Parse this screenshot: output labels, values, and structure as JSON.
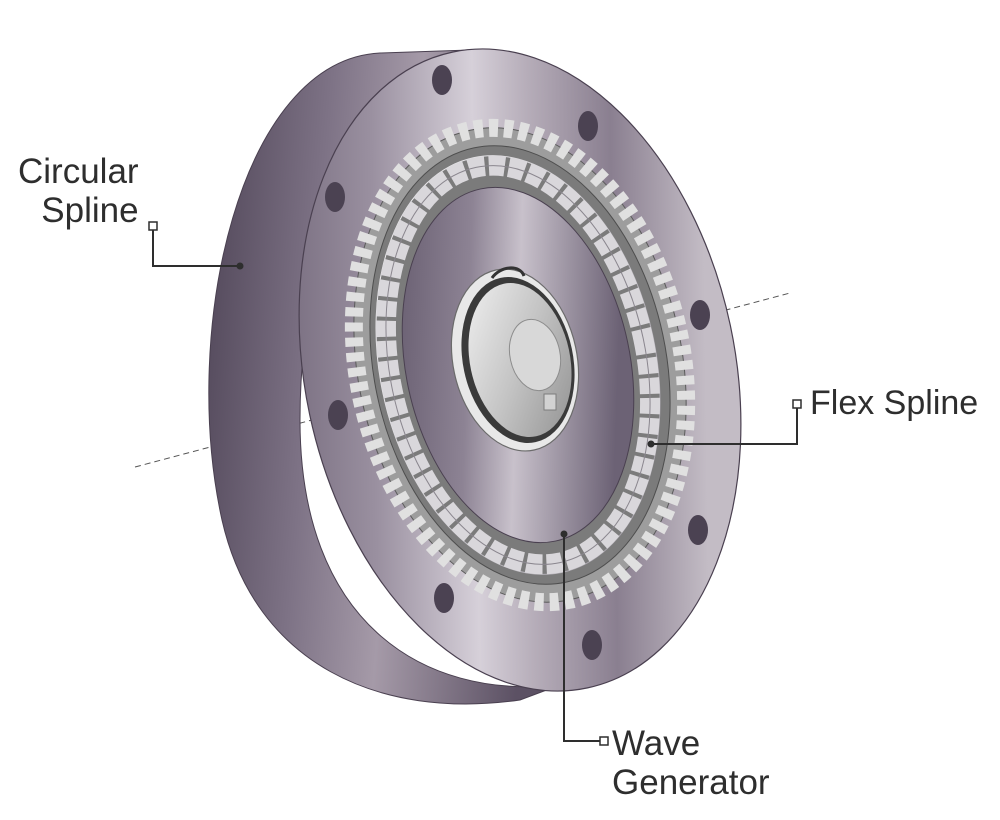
{
  "labels": {
    "circular_spline": [
      "Circular",
      "Spline"
    ],
    "flex_spline": "Flex Spline",
    "wave_generator": [
      "Wave",
      "Generator"
    ]
  },
  "colors": {
    "housing_dark": "#6b5f73",
    "housing_light": "#d2ccd6",
    "flex_teeth": "#c9c9c9",
    "bearing_balls": "#e9e7ea",
    "hub": "#bcbcbc",
    "leader_line": "#2e2e2e",
    "text": "#2e2e2e"
  },
  "icons": [
    "bolt-hole-icon",
    "callout-square-icon",
    "callout-dot-icon"
  ]
}
